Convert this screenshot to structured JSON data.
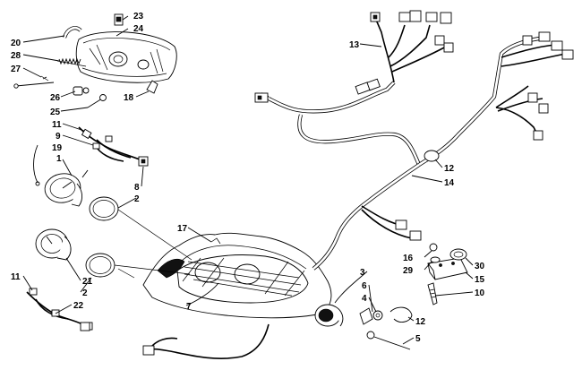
{
  "diagram": {
    "callouts": [
      {
        "id": "c1",
        "text": "1"
      },
      {
        "id": "c2a",
        "text": "2"
      },
      {
        "id": "c2b",
        "text": "2"
      },
      {
        "id": "c3",
        "text": "3"
      },
      {
        "id": "c4",
        "text": "4"
      },
      {
        "id": "c5",
        "text": "5"
      },
      {
        "id": "c6",
        "text": "6"
      },
      {
        "id": "c7",
        "text": "7"
      },
      {
        "id": "c8",
        "text": "8"
      },
      {
        "id": "c9",
        "text": "9"
      },
      {
        "id": "c10",
        "text": "10"
      },
      {
        "id": "c11a",
        "text": "11"
      },
      {
        "id": "c11b",
        "text": "11"
      },
      {
        "id": "c12a",
        "text": "12"
      },
      {
        "id": "c12b",
        "text": "12"
      },
      {
        "id": "c13",
        "text": "13"
      },
      {
        "id": "c14",
        "text": "14"
      },
      {
        "id": "c15",
        "text": "15"
      },
      {
        "id": "c16",
        "text": "16"
      },
      {
        "id": "c17",
        "text": "17"
      },
      {
        "id": "c18",
        "text": "18"
      },
      {
        "id": "c19",
        "text": "19"
      },
      {
        "id": "c20",
        "text": "20"
      },
      {
        "id": "c21",
        "text": "21"
      },
      {
        "id": "c22",
        "text": "22"
      },
      {
        "id": "c23",
        "text": "23"
      },
      {
        "id": "c24",
        "text": "24"
      },
      {
        "id": "c25",
        "text": "25"
      },
      {
        "id": "c26",
        "text": "26"
      },
      {
        "id": "c27",
        "text": "27"
      },
      {
        "id": "c28",
        "text": "28"
      },
      {
        "id": "c29",
        "text": "29"
      },
      {
        "id": "c30",
        "text": "30"
      }
    ]
  }
}
